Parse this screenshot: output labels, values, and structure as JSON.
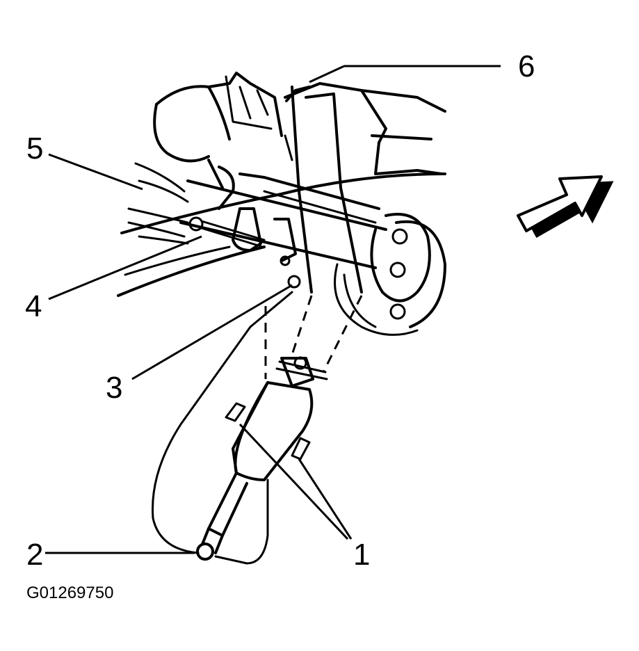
{
  "callouts": {
    "c1": "1",
    "c2": "2",
    "c3": "3",
    "c4": "4",
    "c5": "5",
    "c6": "6"
  },
  "figure_id": "G01269750",
  "icons": {
    "direction_arrow": "front-direction-arrow-icon"
  },
  "colors": {
    "ink": "#000000",
    "background": "#ffffff"
  }
}
